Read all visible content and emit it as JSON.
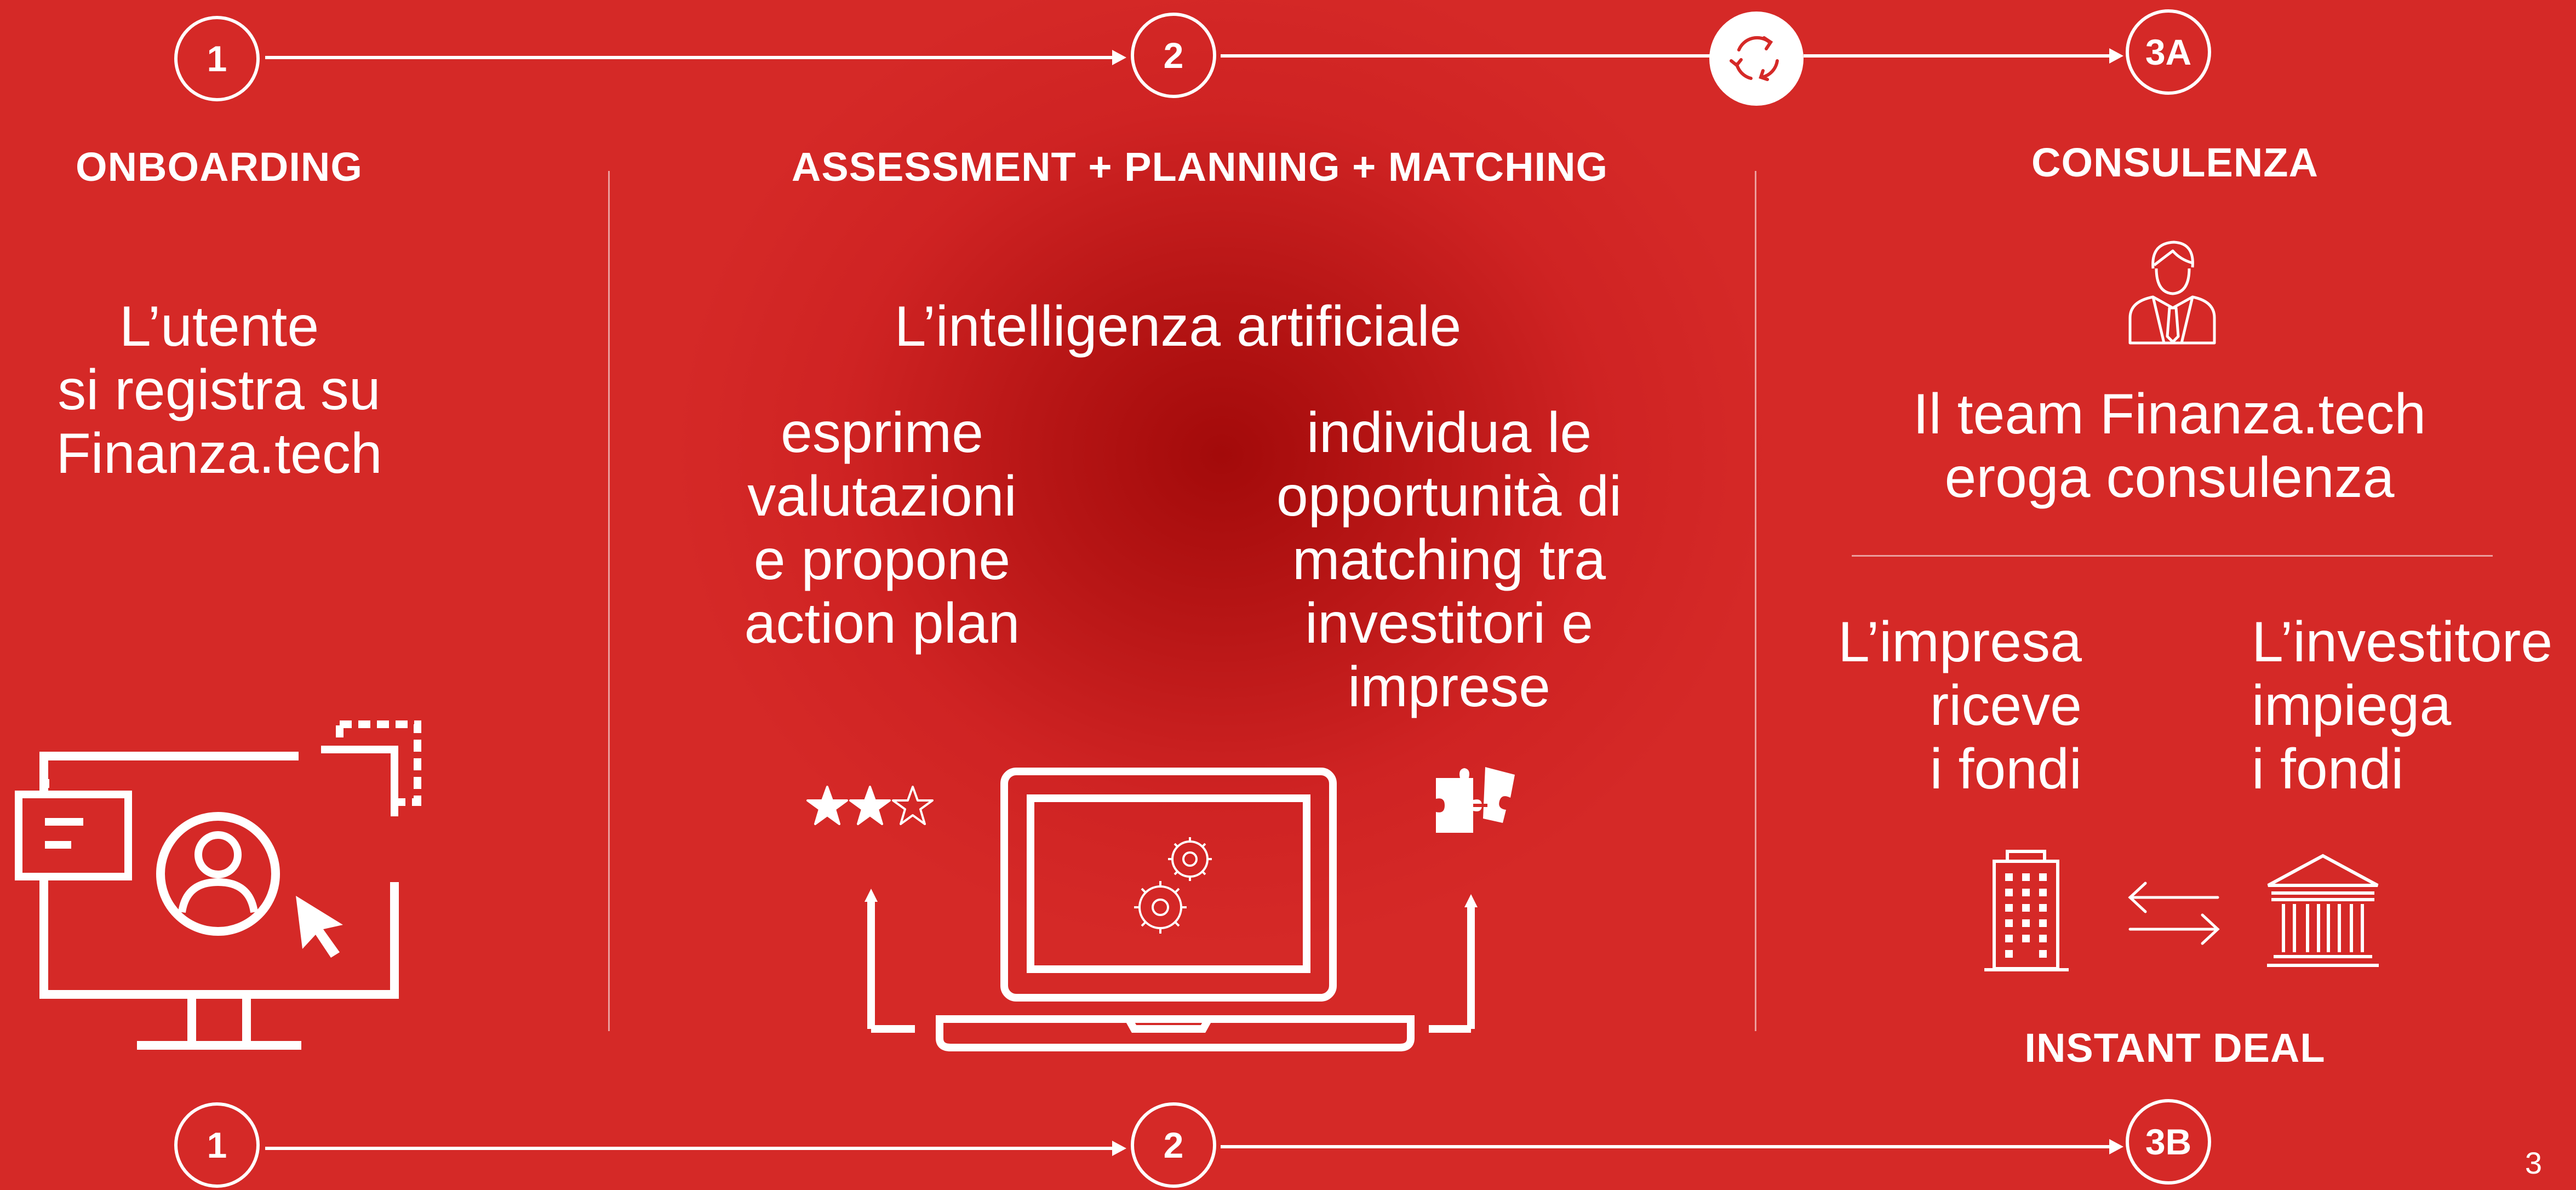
{
  "top_flow": {
    "step1": "1",
    "step2": "2",
    "step3a": "3A",
    "cycle_icon": "refresh-cycle-icon"
  },
  "bottom_flow": {
    "step1": "1",
    "step2": "2",
    "step3b": "3B"
  },
  "columns": {
    "onboarding": {
      "heading": "ONBOARDING",
      "text": "L’utente\nsi registra su\nFinanza.tech",
      "icon": "computer-user-profile-icon"
    },
    "assessment": {
      "heading": "ASSESSMENT + PLANNING + MATCHING",
      "subtitle": "L’intelligenza artificiale",
      "left_text": "esprime\nvalutazioni\ne propone\naction plan",
      "right_text": "individua le\nopportunità di\nmatching tra\ninvestitori e\nimprese",
      "icons": [
        "rating-stars-icon",
        "laptop-gears-icon",
        "puzzle-icon"
      ]
    },
    "consulenza": {
      "heading": "CONSULENZA",
      "text": "Il team Finanza.tech\neroga consulenza",
      "icon": "consultant-person-icon",
      "impresa_text": "L’impresa\nriceve\ni fondi",
      "investitore_text": "L’investitore\nimpiega\ni fondi",
      "icons": [
        "office-building-icon",
        "exchange-arrows-icon",
        "bank-icon"
      ],
      "instant_deal": "INSTANT DEAL"
    }
  },
  "page_number": "3",
  "colors": {
    "background": "#d52927",
    "background_center": "#a30a0a",
    "foreground": "#ffffff"
  }
}
